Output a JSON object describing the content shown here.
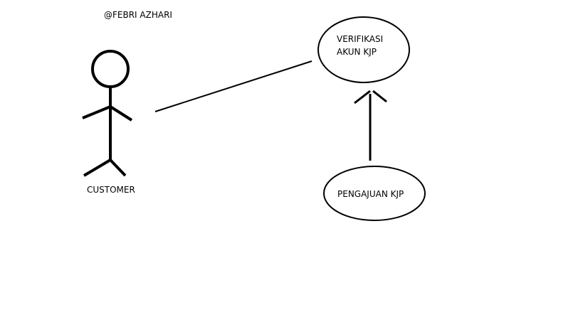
{
  "diagram": {
    "author": "@FEBRI AZHARI",
    "actor": {
      "label": "CUSTOMER"
    },
    "use_cases": [
      {
        "id": "verifikasi",
        "label_lines": [
          "VERIFIKASI",
          "AKUN KJP"
        ]
      },
      {
        "id": "pengajuan",
        "label_lines": [
          "PENGAJUAN KJP"
        ]
      }
    ],
    "relations": [
      {
        "from": "actor",
        "to": "verifikasi",
        "kind": "association"
      },
      {
        "from": "pengajuan",
        "to": "verifikasi",
        "kind": "arrow"
      }
    ],
    "colors": {
      "stroke": "#000000",
      "background": "#ffffff"
    }
  }
}
